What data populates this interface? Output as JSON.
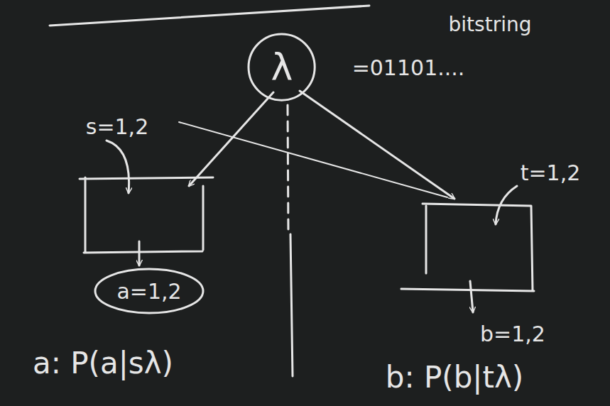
{
  "diagram": {
    "nodes": [
      {
        "text": [
          "λ"
        ]
      },
      {
        "text": [
          "a=1,2"
        ]
      }
    ],
    "labels": [
      "bitstring",
      "=01101....",
      "s=1,2",
      "t=1,2",
      "b=1,2",
      "a: P(a|sλ)",
      "b: P(b|tλ)"
    ]
  }
}
